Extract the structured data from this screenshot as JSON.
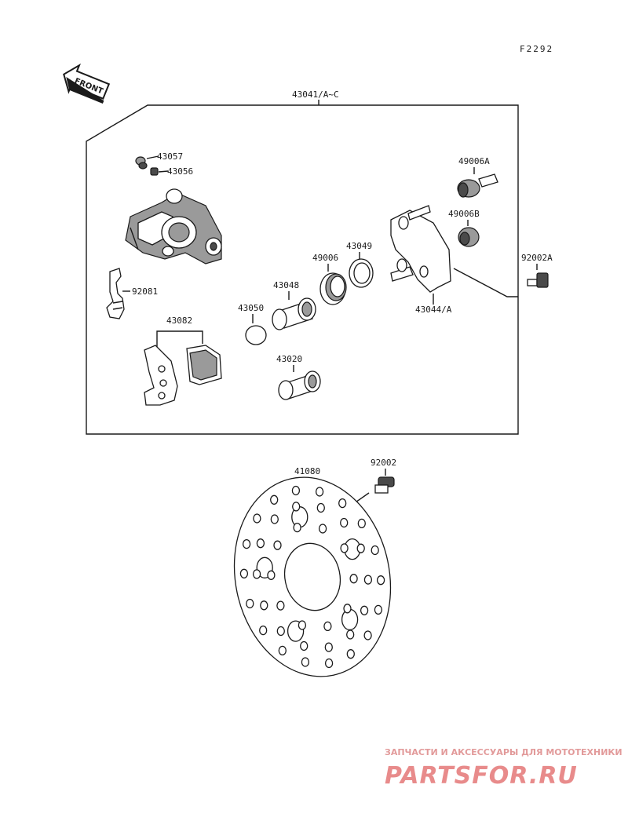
{
  "figure_code": "F2292",
  "front_arrow": {
    "label": "FRONT"
  },
  "parts": {
    "caliper_assembly": "43041/A~C",
    "bleeder_cap": "43057",
    "bleeder_valve": "43056",
    "pad_spring": "92081",
    "pad_set": "43082",
    "piston_boot": "43050",
    "piston_large": "43048",
    "dust_seal": "49006",
    "piston_seal": "43049",
    "piston_small": "43020",
    "pin_boot_a": "49006A",
    "pin_boot_b": "49006B",
    "holder": "43044/A",
    "bolt_a": "92002A",
    "disc": "41080",
    "disc_bolt": "92002"
  },
  "watermark": {
    "subtitle": "ЗАПЧАСТИ И АКСЕССУАРЫ ДЛЯ МОТОТЕХНИКИ",
    "brand": "PARTSFOR.RU"
  }
}
